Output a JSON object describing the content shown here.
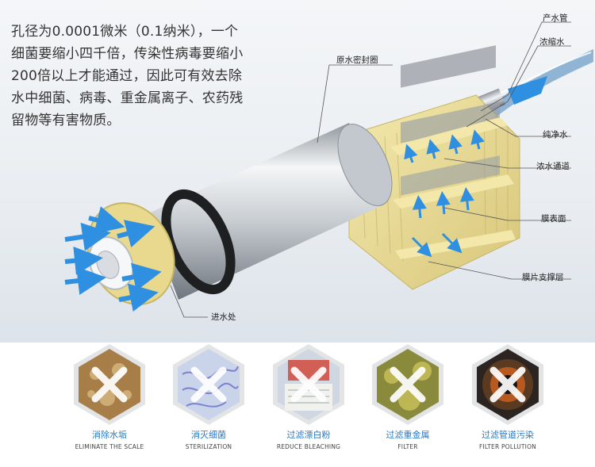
{
  "intro_text": "孔径为0.0001微米（0.1纳米），一个细菌要缩小四千倍，传染性病毒要缩小200倍以上才能通过，因此可有效去除水中细菌、病毒、重金属离子、农药残留物等有害物质。",
  "labels": {
    "product_tube": "产水管",
    "concentrate": "浓缩水",
    "seal": "原水密封圈",
    "pure_water": "纯净水",
    "concentrate_channel": "浓水通道",
    "membrane_surface": "膜表面",
    "support_layer": "膜片支撑层",
    "inlet": "进水处"
  },
  "features": [
    {
      "zh": "消除水垢",
      "en": "ELIMINATE THE SCALE",
      "icon": "scale-icon"
    },
    {
      "zh": "消灭细菌",
      "en": "STERILIZATION",
      "icon": "bacteria-icon"
    },
    {
      "zh": "过滤漂白粉",
      "en": "REDUCE BLEACHING",
      "icon": "bleach-icon"
    },
    {
      "zh": "过滤重金属",
      "en": "FILTER",
      "icon": "heavy-metal-icon"
    },
    {
      "zh": "过滤管道污染",
      "en": "FILTER POLLUTION",
      "icon": "pipe-icon"
    }
  ],
  "colors": {
    "accent": "#2a78c2",
    "membrane": "#e9dc97",
    "arrow": "#2f8fe0"
  }
}
